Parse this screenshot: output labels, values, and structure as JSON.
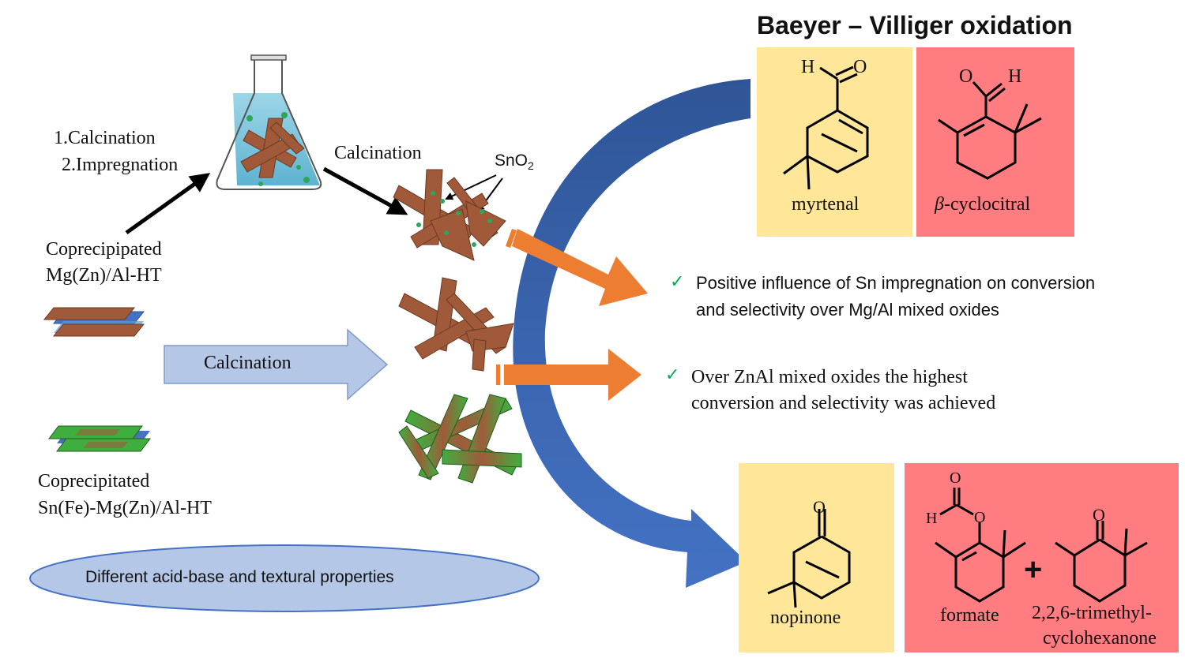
{
  "title": "Baeyer – Villiger oxidation",
  "left": {
    "step1": "1.Calcination",
    "step2": "2.Impregnation",
    "calcination_top": "Calcination",
    "sno2_base": "SnO",
    "sno2_sub": "2",
    "coprecip1_line1": "Coprecipipated",
    "coprecip1_line2": "Mg(Zn)/Al-HT",
    "calcination_mid": "Calcination",
    "coprecip2_line1": "Coprecipitated",
    "coprecip2_line2": "Sn(Fe)-Mg(Zn)/Al-HT",
    "ellipse_text": "Different acid-base and textural properties"
  },
  "substrates": {
    "myrtenal": "myrtenal",
    "cyclocitral_prefix": "β",
    "cyclocitral": "-cyclocitral",
    "aldehyde_h": "H",
    "aldehyde_o": "O"
  },
  "products": {
    "nopinone": "nopinone",
    "formate": "formate",
    "plus": "+",
    "trimethyl_line1": "2,2,6-trimethyl-",
    "trimethyl_line2": "cyclohexanone",
    "ketone_o": "O",
    "formate_o1": "O",
    "formate_o2": "O",
    "formate_h": "H"
  },
  "conclusions": [
    {
      "check": "✓",
      "line1": "Positive influence of Sn impregnation on conversion",
      "line2": "and selectivity over Mg/Al mixed oxides"
    },
    {
      "check": "✓",
      "line1": "Over ZnAl mixed oxides the highest",
      "line2": "conversion and selectivity was achieved"
    }
  ],
  "colors": {
    "yellow_box": "#ffe699",
    "red_box": "#ff7c80",
    "blue_arc": "#2f5597",
    "orange_arrow": "#ed7d31",
    "light_blue": "#b4c7e7",
    "check_green": "#00b050"
  }
}
